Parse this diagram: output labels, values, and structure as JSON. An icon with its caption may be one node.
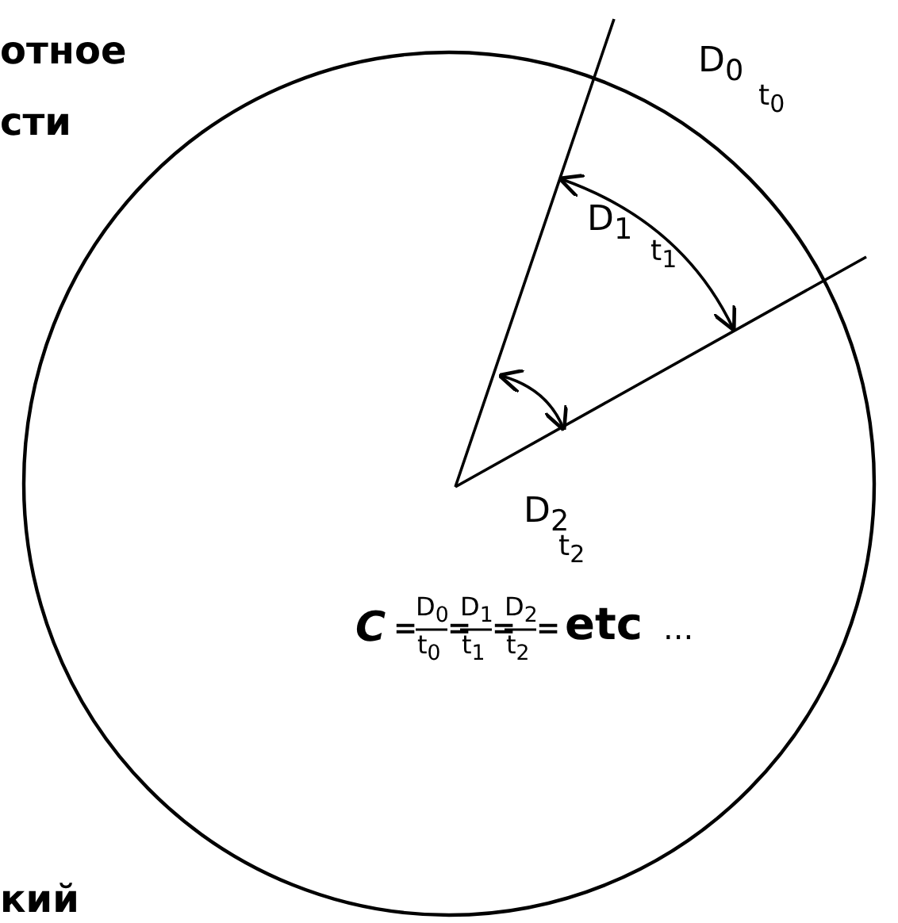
{
  "diagram": {
    "labels": [
      "отное",
      "сти",
      "D$_{0}$",
      "t$_{0}$",
      "D$_{1}$",
      "t$_{1}$",
      "D$_{2}$",
      "t$_{2}$",
      "C",
      "=",
      "D$_{0}$",
      "t$_{0}$",
      "=",
      "D$_{1}$",
      "t$_{1}$",
      "=",
      "D$_{2}$",
      "t$_{2}$",
      "=",
      "etc",
      "...",
      "кий"
    ]
  }
}
